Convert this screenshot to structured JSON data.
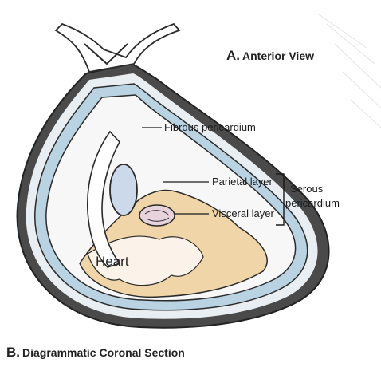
{
  "headings": {
    "a_letter": "A.",
    "a_text": "Anterior View",
    "b_letter": "B.",
    "b_text": "Diagrammatic Coronal Section"
  },
  "labels": {
    "fibrous": "Fibrous pericardium",
    "parietal": "Parietal layer",
    "visceral": "Visceral layer",
    "serous_line1": "Serous",
    "serous_line2": "pericardium",
    "heart": "Heart"
  },
  "colors": {
    "fibrous_fill": "#b9d3e3",
    "heart_fill": "#f0d5a8",
    "outline": "#2a2a2a",
    "vessel_fill": "#cbd9ea"
  }
}
